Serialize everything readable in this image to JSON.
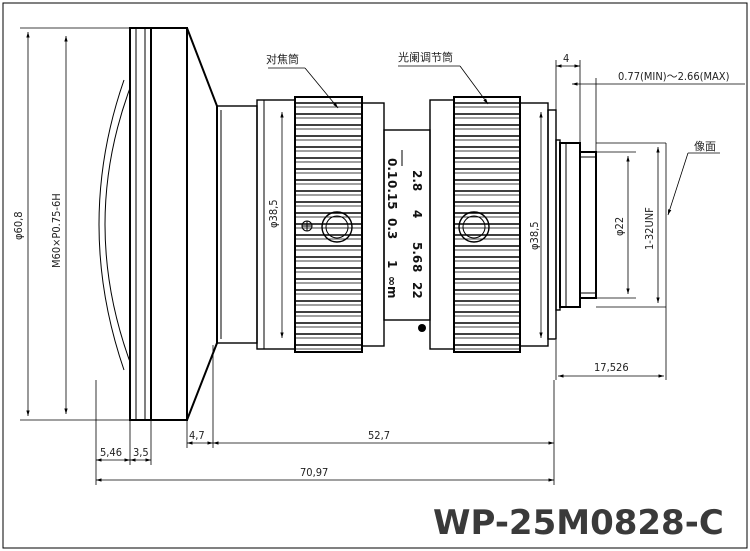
{
  "model": "WP-25M0828-C",
  "labels": {
    "focus_ring": "对焦筒",
    "iris_ring": "光阑调节筒",
    "image_plane": "像面"
  },
  "dimensions": {
    "outer_diameter": "φ60,8",
    "filter_thread": "M60×P0.75-6H",
    "barrel_left": "φ38,5",
    "barrel_right": "φ38,5",
    "mount_diameter": "φ22",
    "mount_thread": "1-32UNF",
    "mount_length": "4",
    "back_focus": "0.77(MIN)～2.66(MAX)",
    "flange_distance": "17,526",
    "front_step1": "5,46",
    "front_step2": "3,5",
    "offset": "4,7",
    "body_length": "52,7",
    "total_length": "70,97"
  },
  "aperture_scale": [
    "2.8",
    "4",
    "5.6",
    "8",
    "22"
  ],
  "distance_scale": [
    "0.1",
    "0.15",
    "0.3",
    "1",
    "∞m"
  ]
}
